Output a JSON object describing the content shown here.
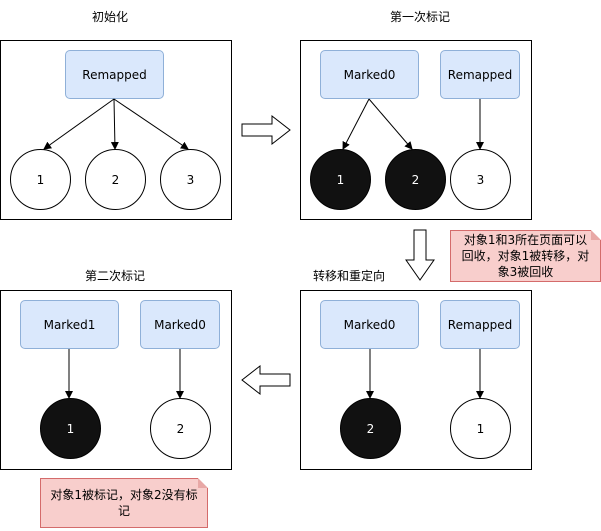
{
  "panels": {
    "init": {
      "title": "初始化",
      "boxes": [
        "Remapped"
      ],
      "nodes": [
        {
          "label": "1",
          "marked": false
        },
        {
          "label": "2",
          "marked": false
        },
        {
          "label": "3",
          "marked": false
        }
      ]
    },
    "first_mark": {
      "title": "第一次标记",
      "boxes": [
        "Marked0",
        "Remapped"
      ],
      "nodes": [
        {
          "label": "1",
          "marked": true
        },
        {
          "label": "2",
          "marked": true
        },
        {
          "label": "3",
          "marked": false
        }
      ]
    },
    "relocate": {
      "title": "转移和重定向",
      "boxes": [
        "Marked0",
        "Remapped"
      ],
      "nodes": [
        {
          "label": "2",
          "marked": true
        },
        {
          "label": "1",
          "marked": false
        }
      ]
    },
    "second_mark": {
      "title": "第二次标记",
      "boxes": [
        "Marked1",
        "Marked0"
      ],
      "nodes": [
        {
          "label": "1",
          "marked": true
        },
        {
          "label": "2",
          "marked": false
        }
      ]
    }
  },
  "notes": {
    "relocate_note": "对象1和3所在页面可以回收，对象1被转移，对象3被回收",
    "second_mark_note": "对象1被标记，对象2没有标记"
  },
  "colors": {
    "box_fill": "#dae8fc",
    "note_fill": "#f8cecc",
    "marked_fill": "#111111"
  }
}
